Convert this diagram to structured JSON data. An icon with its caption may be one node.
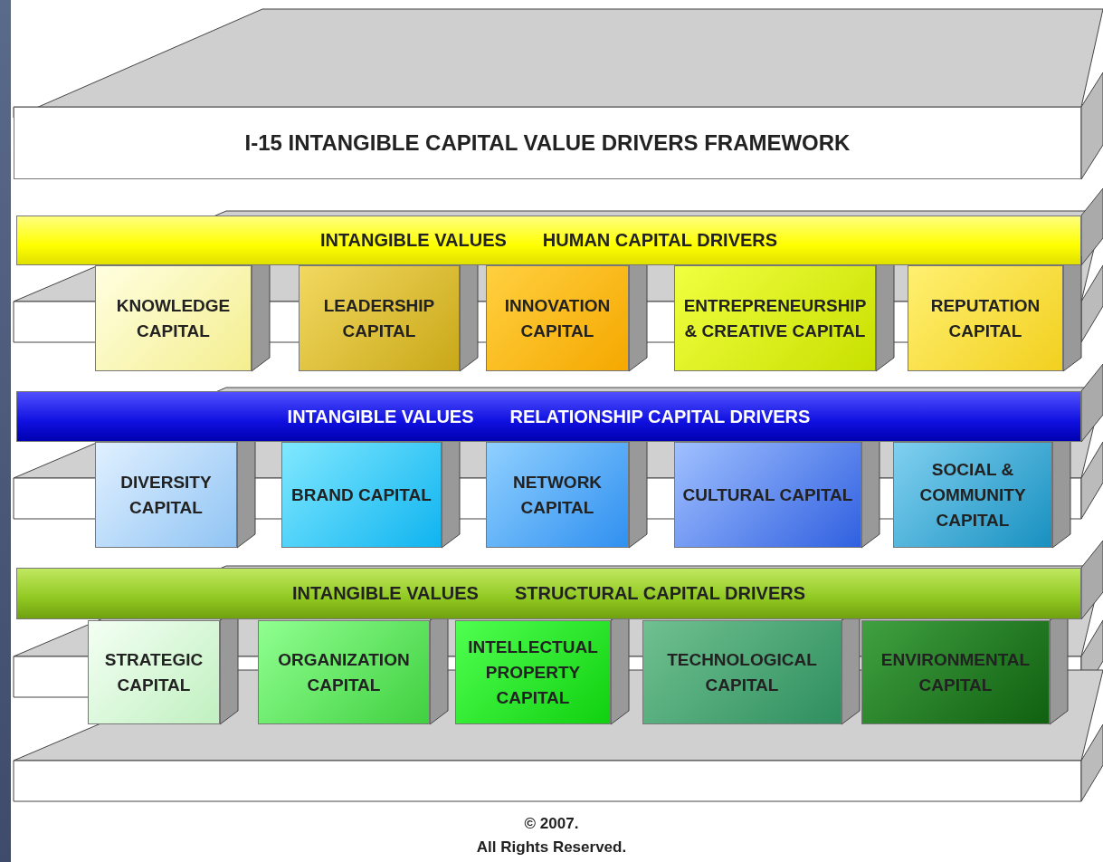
{
  "diagram": {
    "nodes": [
      {
        "text": [
          "I-15 INTANGIBLE CAPITAL VALUE DRIVERS FRAMEWORK"
        ]
      },
      {
        "text": [
          "INTANGIBLE VALUES",
          "HUMAN CAPITAL DRIVERS"
        ]
      },
      {
        "text": [
          "KNOWLEDGE CAPITAL"
        ]
      },
      {
        "text": [
          "LEADERSHIP CAPITAL"
        ]
      },
      {
        "text": [
          "INNOVATION CAPITAL"
        ]
      },
      {
        "text": [
          "ENTREPRENEURSHIP & CREATIVE CAPITAL"
        ]
      },
      {
        "text": [
          "REPUTATION CAPITAL"
        ]
      },
      {
        "text": [
          "INTANGIBLE VALUES",
          "RELATIONSHIP CAPITAL DRIVERS"
        ]
      },
      {
        "text": [
          "DIVERSITY CAPITAL"
        ]
      },
      {
        "text": [
          "BRAND CAPITAL"
        ]
      },
      {
        "text": [
          "NETWORK CAPITAL"
        ]
      },
      {
        "text": [
          "CULTURAL CAPITAL"
        ]
      },
      {
        "text": [
          "SOCIAL & COMMUNITY CAPITAL"
        ]
      },
      {
        "text": [
          "INTANGIBLE VALUES",
          "STRUCTURAL CAPITAL DRIVERS"
        ]
      },
      {
        "text": [
          "STRATEGIC CAPITAL"
        ]
      },
      {
        "text": [
          "ORGANIZATION CAPITAL"
        ]
      },
      {
        "text": [
          "INTELLECTUAL PROPERTY CAPITAL"
        ]
      },
      {
        "text": [
          "TECHNOLOGICAL CAPITAL"
        ]
      },
      {
        "text": [
          "ENVIRONMENTAL CAPITAL"
        ]
      }
    ],
    "edges": [],
    "labels": [
      "© 2007.",
      "All Rights Reserved."
    ]
  }
}
